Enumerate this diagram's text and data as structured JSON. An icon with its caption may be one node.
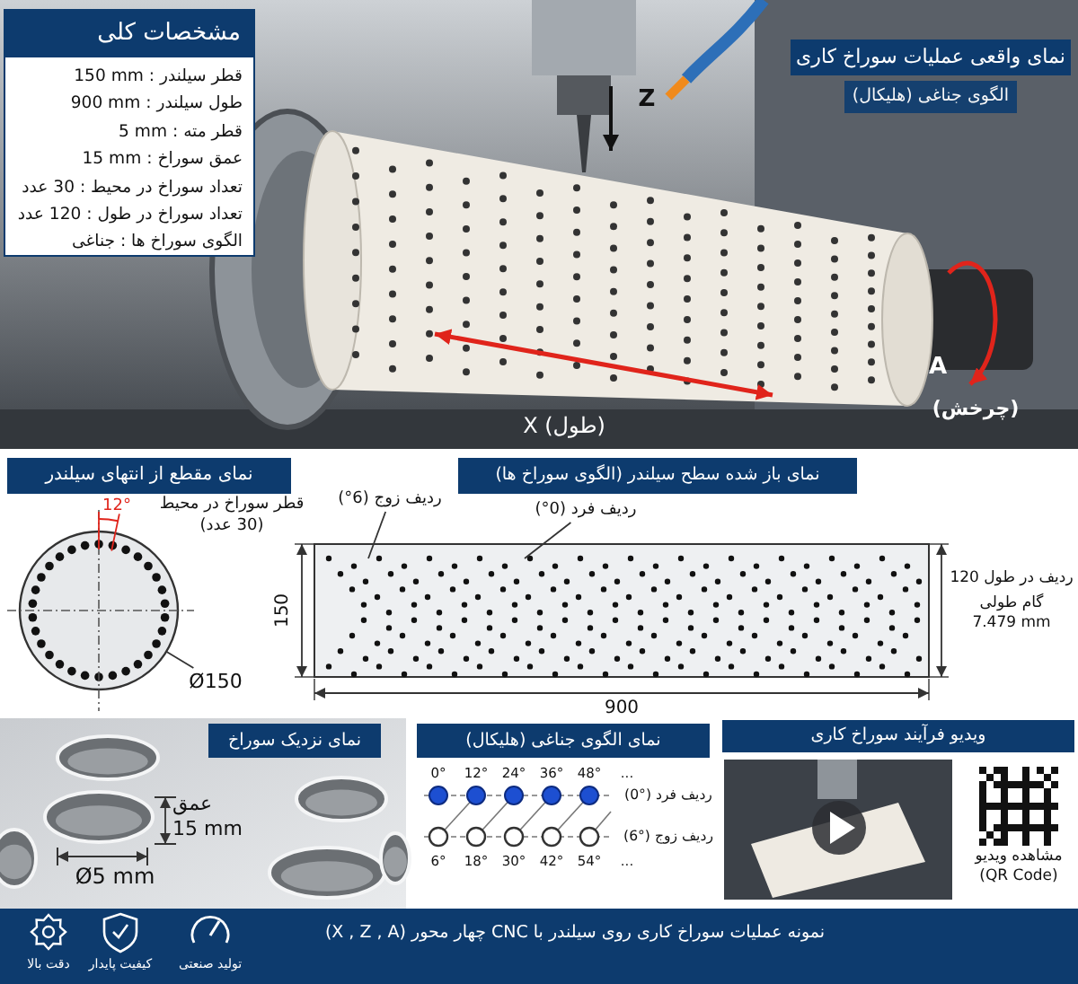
{
  "diagram": {
    "caption": "نمونه عملیات سوراخ کاری روی سیلندر با CNC چهار محور (X , Z , A)",
    "nodes": [
      {
        "text": [
          "مشخصات کلی",
          "قطر سیلندر : 150 mm",
          "طول سیلندر : 900 mm",
          "قطر مته : 5 mm",
          "عمق سوراخ : 15 mm",
          "تعداد سوراخ در محیط : 30 عدد",
          "تعداد سوراخ در طول : 120 عدد",
          "الگوی سوراخ ها : جناغی"
        ]
      },
      {
        "text": [],
        "shape": "circle"
      },
      {
        "text": [
          "Ø150"
        ]
      },
      {
        "text": [
          "ردیف زوج (6°)"
        ]
      },
      {
        "text": [
          "ردیف فرد (0°)"
        ]
      }
    ],
    "edges": [
      {
        "from": 2,
        "to": 1,
        "arrow": "none"
      },
      {
        "from": 3,
        "to": null,
        "arrow": "none"
      },
      {
        "from": 4,
        "to": null,
        "arrow": "none"
      }
    ],
    "labels": [
      "نمای واقعی عملیات سوراخ کاری",
      "الگوی جناغی (هلیکال)",
      "Z",
      "X (طول)",
      "A",
      "(چرخش)",
      "نمای مقطع از انتهای سیلندر",
      "12°",
      "قطر سوراخ در محیط (30 عدد)",
      "نمای باز شده سطح سیلندر (الگوی سوراخ ها)",
      "150",
      "120 ردیف در طول",
      "گام طولی 7.479 mm",
      "900",
      "نمای نزدیک سوراخ",
      "عمق 15 mm",
      "Ø5 mm",
      "نمای الگوی جناغی (هلیکال)",
      "0°",
      "12°",
      "24°",
      "36°",
      "48°",
      "...",
      "ردیف فرد (0°)",
      "ردیف زوج (6°)",
      "6°",
      "18°",
      "30°",
      "42°",
      "54°",
      "...",
      "ویدیو فرآیند سوراخ کاری",
      "مشاهده ویدیو (QR Code)",
      "تولید صنعتی",
      "کیفیت پایدار",
      "دقت بالا"
    ]
  }
}
